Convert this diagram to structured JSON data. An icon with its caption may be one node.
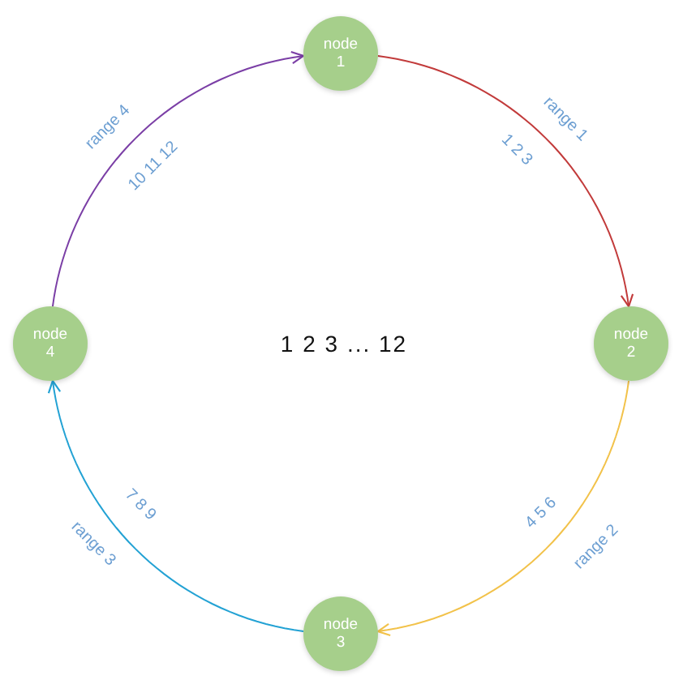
{
  "diagram": {
    "nodes": [
      {
        "text": [
          "node 1"
        ]
      },
      {
        "text": [
          "node 2"
        ]
      },
      {
        "text": [
          "node 3"
        ]
      },
      {
        "text": [
          "node 4"
        ]
      }
    ],
    "edges": [
      {
        "from": 0,
        "to": 1,
        "arrow": "to",
        "label": "range 1",
        "color": "#c23b3b"
      },
      {
        "from": 1,
        "to": 2,
        "arrow": "to",
        "label": "range 2",
        "color": "#f2c24a"
      },
      {
        "from": 2,
        "to": 3,
        "arrow": "to",
        "label": "range 3",
        "color": "#23a2d4"
      },
      {
        "from": 3,
        "to": 0,
        "arrow": "to",
        "label": "range 4",
        "color": "#7b3fa6"
      }
    ],
    "labels": [
      "1 2 3 ... 12",
      "1 2 3",
      "4 5 6",
      "7 8 9",
      "10 11 12"
    ]
  }
}
